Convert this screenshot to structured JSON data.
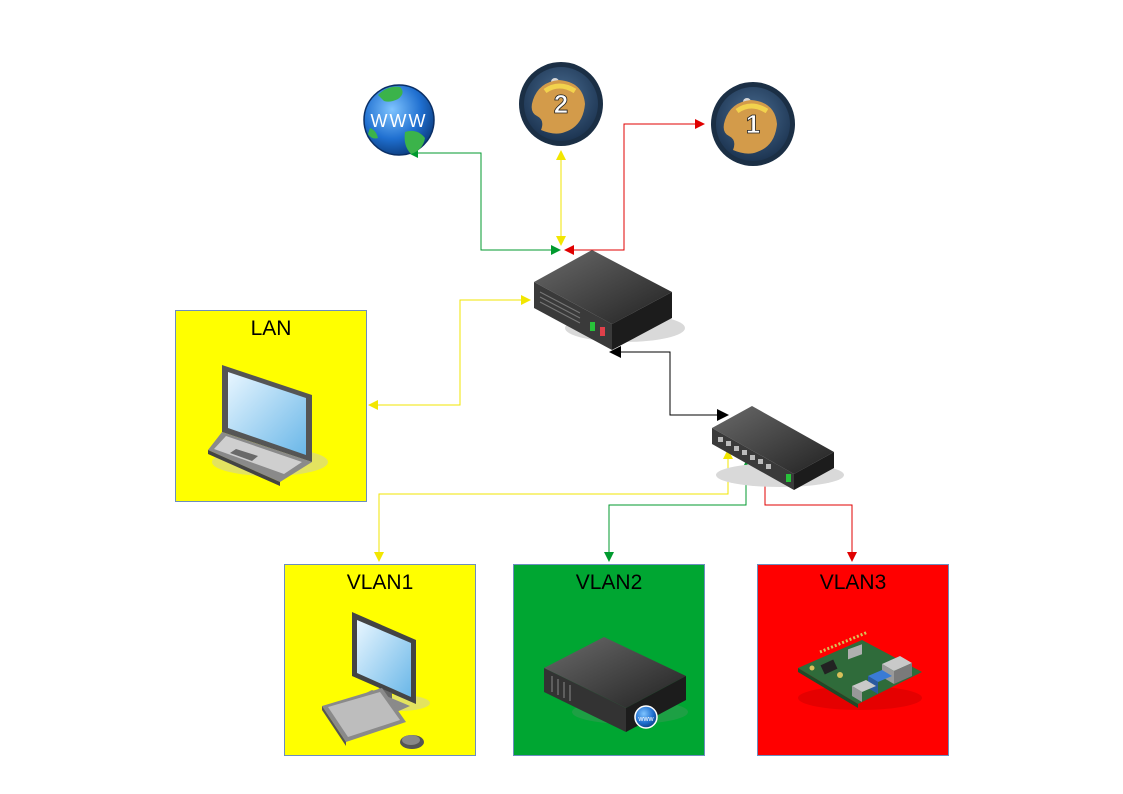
{
  "zones": {
    "lan": {
      "label": "LAN",
      "color": "#ffff00"
    },
    "vlan1": {
      "label": "VLAN1",
      "color": "#ffff00"
    },
    "vlan2": {
      "label": "VLAN2",
      "color": "#00a632"
    },
    "vlan3": {
      "label": "VLAN3",
      "color": "#ff0000"
    }
  },
  "nodes": {
    "internet": {
      "icon": "globe-www-icon",
      "text": "WWW"
    },
    "vpn1": {
      "icon": "vpn-mole-icon",
      "text": "1"
    },
    "vpn2": {
      "icon": "vpn-mole-icon",
      "text": "2"
    },
    "router": {
      "icon": "router-icon"
    },
    "switch": {
      "icon": "network-switch-icon"
    },
    "laptop": {
      "icon": "laptop-icon"
    },
    "desktop": {
      "icon": "desktop-computer-icon"
    },
    "server": {
      "icon": "web-server-icon"
    },
    "raspberry": {
      "icon": "raspberry-pi-icon"
    }
  },
  "link_colors": {
    "green": "#009a2e",
    "yellow": "#f2e600",
    "red": "#e00000",
    "black": "#000000"
  }
}
